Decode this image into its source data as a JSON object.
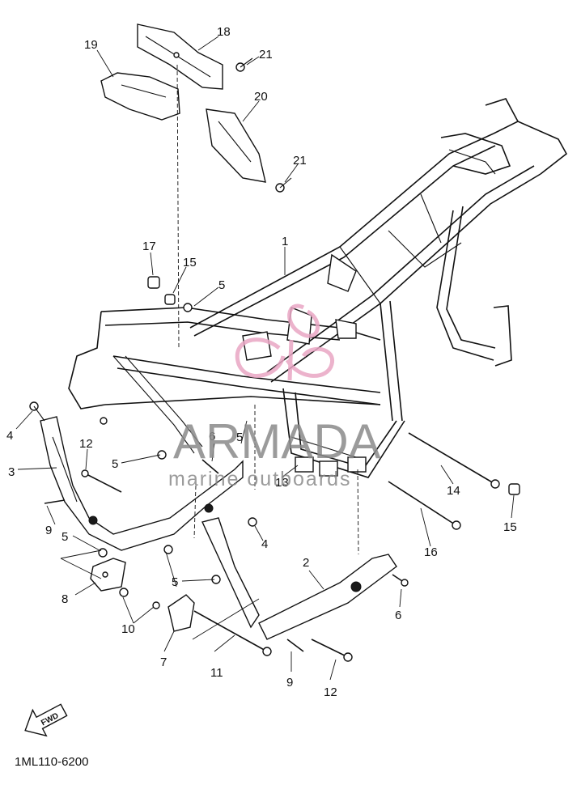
{
  "diagram_code": "1ML110-6200",
  "watermark": {
    "brand": "ARMADA",
    "tagline": "marine outboards"
  },
  "fwd_label": "FWD",
  "callouts": {
    "c1": "1",
    "c2": "2",
    "c3": "3",
    "c4a": "4",
    "c4b": "4",
    "c5a": "5",
    "c5b": "5",
    "c5c": "5",
    "c5d": "5",
    "c5e": "5",
    "c6a": "6",
    "c6b": "6",
    "c7": "7",
    "c8": "8",
    "c9a": "9",
    "c9b": "9",
    "c10": "10",
    "c11": "11",
    "c12a": "12",
    "c12b": "12",
    "c13": "13",
    "c14": "14",
    "c15a": "15",
    "c15b": "15",
    "c16": "16",
    "c17": "17",
    "c18": "18",
    "c19": "19",
    "c20": "20",
    "c21a": "21",
    "c21b": "21"
  },
  "colors": {
    "line": "#111111",
    "watermark_grey": "#8a8a8a",
    "watermark_pink": "#e9a6c4"
  }
}
